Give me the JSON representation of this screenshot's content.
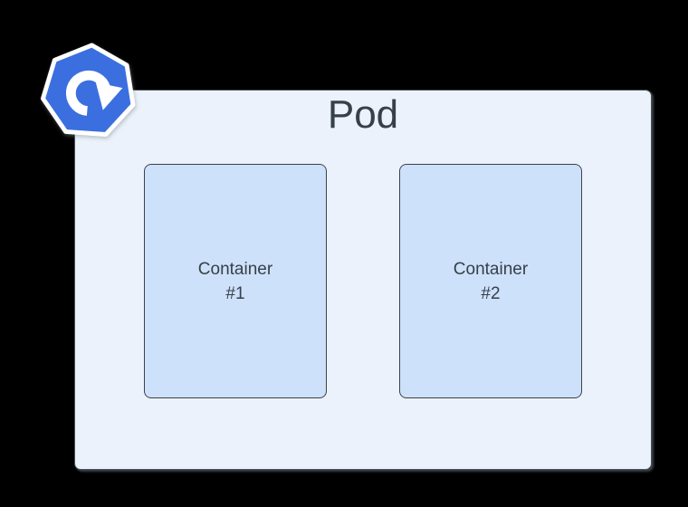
{
  "page": {
    "background": "#000000"
  },
  "diagram": {
    "pod": {
      "title": "Pod",
      "fill": "#ECF2FB",
      "border": "#47505B"
    },
    "containers": [
      {
        "label": "Container",
        "number": "#1"
      },
      {
        "label": "Container",
        "number": "#2"
      }
    ],
    "container_style": {
      "fill": "#CEE1FA",
      "border": "#39424B"
    },
    "text_color": "#36404A",
    "logo": {
      "name": "kubernetes-heptagon-refresh-icon",
      "blue": "#3B6FE0",
      "white": "#FFFFFF"
    }
  }
}
